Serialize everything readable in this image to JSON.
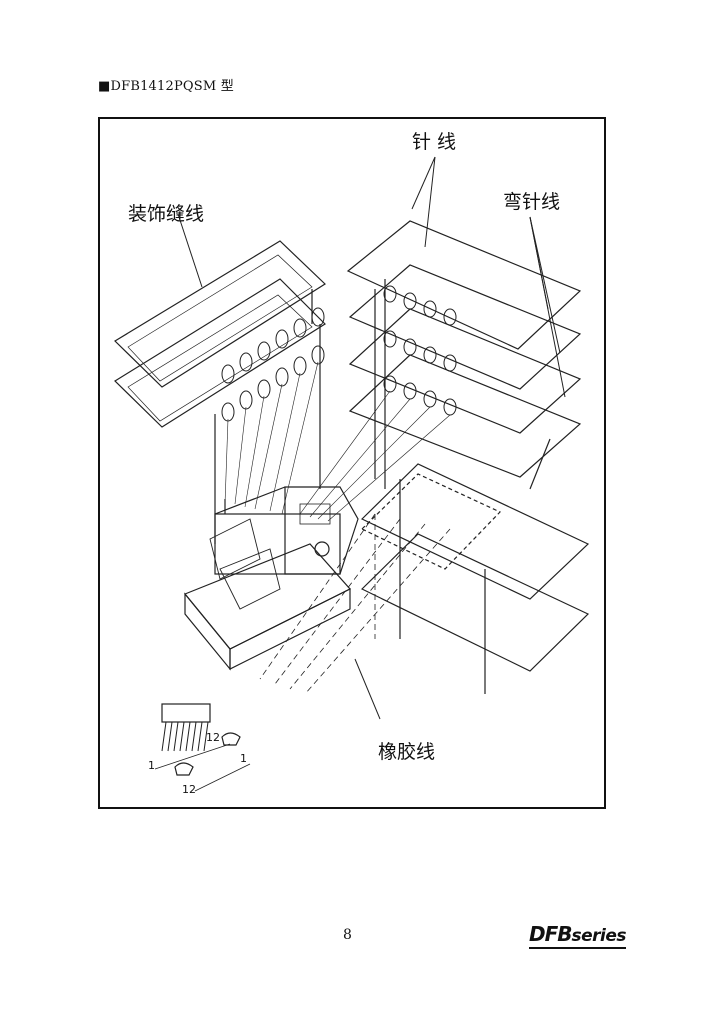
{
  "header": {
    "model": "■DFB1412PQSM 型"
  },
  "figure": {
    "labels": {
      "needle_thread": "针 线",
      "decorative_thread": "装饰缝线",
      "looper_thread": "弯针线",
      "elastic_thread": "橡胶线"
    },
    "guide_numbers": {
      "a": "12",
      "b": "1",
      "c": "1",
      "d": "12"
    }
  },
  "footer": {
    "page_number": "8",
    "brand_main": "DFB",
    "brand_suffix": "series"
  }
}
